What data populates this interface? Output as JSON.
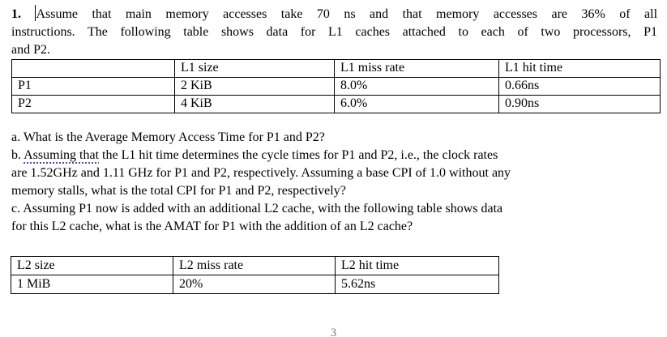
{
  "document": {
    "page_number": "3"
  },
  "intro": {
    "number": "1.",
    "lines": [
      "Assume that main memory accesses take 70 ns and that memory accesses are 36% of all",
      "instructions. The following table shows data for L1 caches attached to each of two processors, P1",
      "and P2."
    ]
  },
  "l1_table": {
    "headers": [
      "",
      "L1 size",
      "L1 miss rate",
      "L1 hit time"
    ],
    "rows": [
      {
        "processor": "P1",
        "size": "2 KiB",
        "miss_rate": "8.0%",
        "hit_time": "0.66ns"
      },
      {
        "processor": "P2",
        "size": "4 KiB",
        "miss_rate": "6.0%",
        "hit_time": "0.90ns"
      }
    ]
  },
  "questions": {
    "a_line1": "a. What is the Average Memory Access Time for P1 and P2?",
    "b_prefix": "b.",
    "b_flagged": "Assuming that",
    "b_line1_rest": "the L1 hit time determines the cycle times for P1 and P2, i.e., the clock rates",
    "b_line2": "are 1.52GHz and 1.11 GHz for P1 and P2, respectively. Assuming a base CPI of 1.0 without any",
    "b_line3": "memory stalls, what is the total CPI for P1 and P2, respectively?",
    "c_line1": "c. Assuming P1 now is added with an additional L2 cache, with the following table shows data",
    "c_line2": "for this L2 cache, what is the AMAT for P1 with the addition of an L2 cache?"
  },
  "l2_table": {
    "headers": [
      "L2 size",
      "L2 miss rate",
      "L2 hit time"
    ],
    "rows": [
      {
        "size": "1 MiB",
        "miss_rate": "20%",
        "hit_time": "5.62ns"
      }
    ]
  },
  "colors": {
    "text": "#000000",
    "table_border": "#000000",
    "grammar_underline": "#4646cd",
    "page_number": "#7a7a7a",
    "background": "#ffffff"
  }
}
